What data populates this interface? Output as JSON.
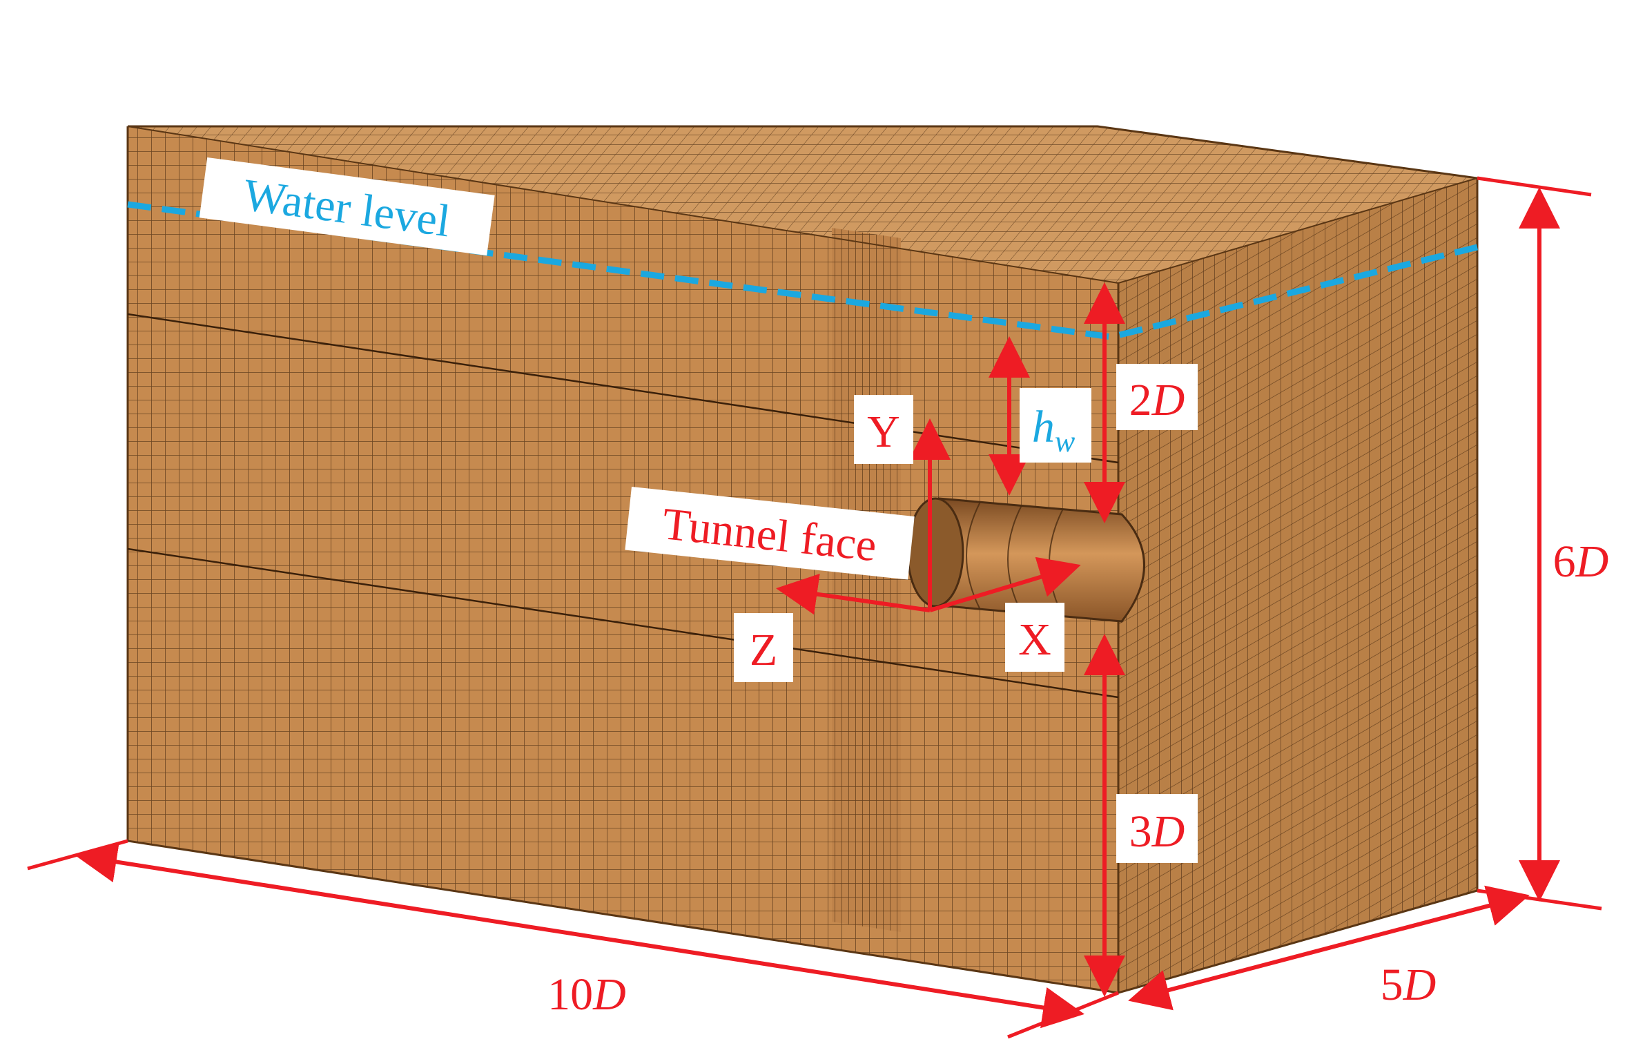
{
  "labels": {
    "water_level": "Water level",
    "tunnel_face": "Tunnel face",
    "axis_x": "X",
    "axis_y": "Y",
    "axis_z": "Z",
    "dim_2d_num": "2",
    "dim_3d_num": "3",
    "dim_6d_num": "6",
    "dim_10d_num": "10",
    "dim_5d_num": "5",
    "dim_unit": "D",
    "hw_main": "h",
    "hw_sub": "w"
  },
  "colors": {
    "soil_front": "#c68a4f",
    "soil_top": "#d09a61",
    "soil_side": "#b98047",
    "mesh_line": "#4a2c12",
    "dimension": "#ee1c24",
    "water": "#1ba8e0",
    "label_bg": "#ffffff"
  }
}
